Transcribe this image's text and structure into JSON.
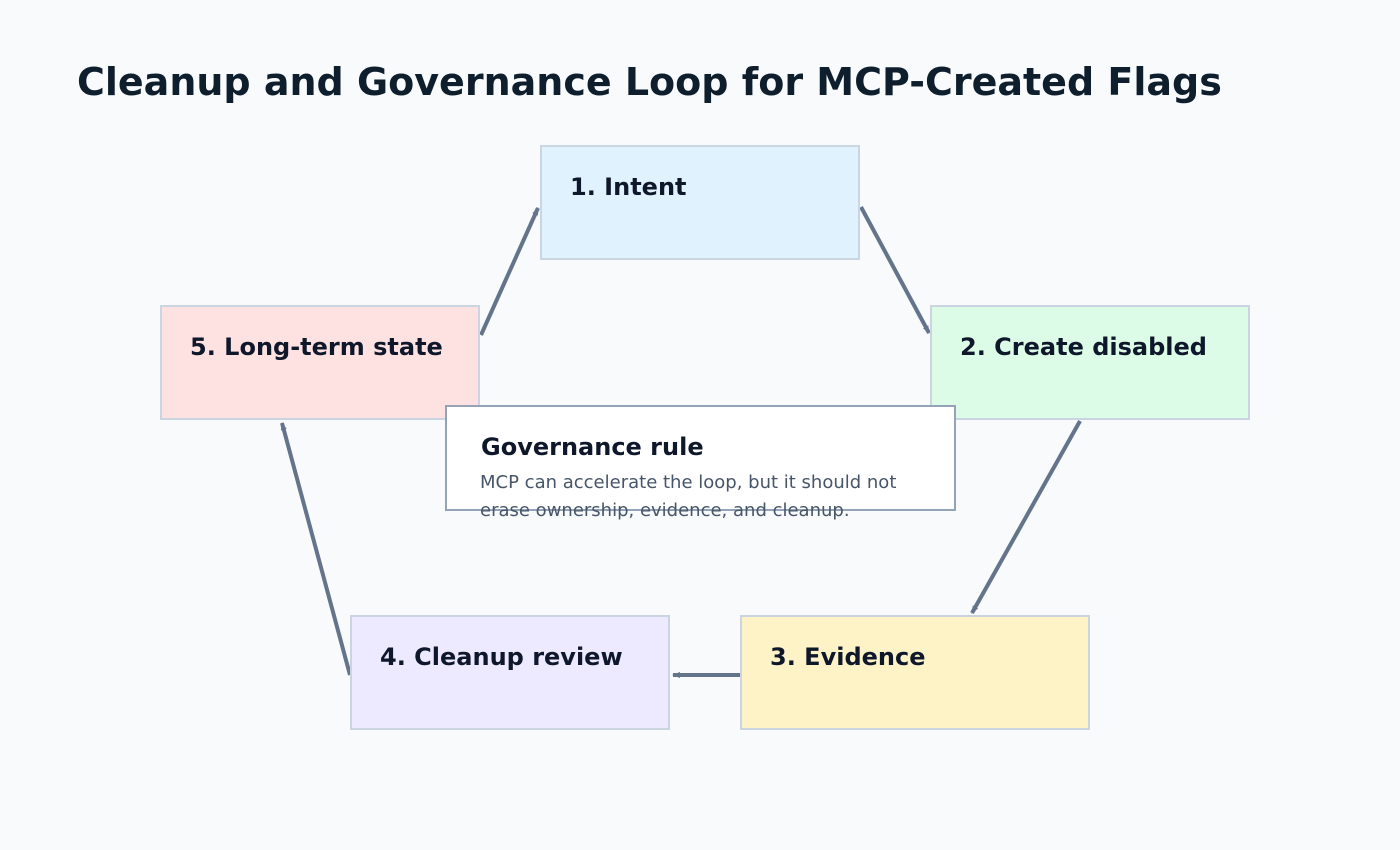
{
  "title": "Cleanup and Governance Loop for MCP-Created Flags",
  "nodes": [
    {
      "label": "1. Intent",
      "color": "#e0f2fe"
    },
    {
      "label": "2. Create disabled",
      "color": "#dcfce7"
    },
    {
      "label": "3. Evidence",
      "color": "#fef3c7"
    },
    {
      "label": "4. Cleanup review",
      "color": "#ede9fe"
    },
    {
      "label": "5. Long-term state",
      "color": "#fee2e2"
    }
  ],
  "governance": {
    "title": "Governance rule",
    "body": "MCP can accelerate the loop, but it should not erase ownership, evidence, and cleanup."
  },
  "colors": {
    "arrow": "#64748b",
    "node_border": "#cbd5e1",
    "rule_border": "#94a3b8",
    "background": "#f8fafc"
  }
}
